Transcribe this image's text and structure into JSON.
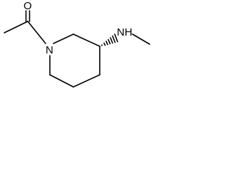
{
  "molecule": {
    "atoms": {
      "carbonyl_oxygen": "O",
      "ring_nitrogen": "N",
      "amine_group": "NH"
    },
    "colors": {
      "ink": "#000000",
      "background": "#ffffff"
    }
  }
}
